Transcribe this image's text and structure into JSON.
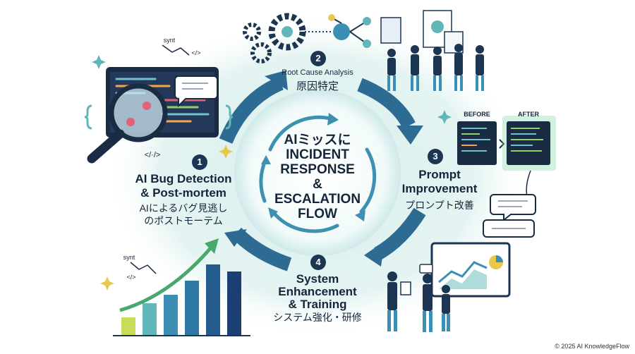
{
  "center": {
    "line1": "AIミッスに",
    "line2": "INCIDENT",
    "line3": "RESPONSE",
    "line4": "&",
    "line5": "ESCALATION",
    "line6": "FLOW"
  },
  "steps": [
    {
      "number": "1",
      "title_line1": "AI Bug Detection",
      "title_line2": "& Post-mortem",
      "jp_line1": "AIによるバグ見逃し",
      "jp_line2": "のポストモーテム"
    },
    {
      "number": "2",
      "title_line1": "Root Cause Analysis",
      "jp_line1": "原因特定"
    },
    {
      "number": "3",
      "title_line1": "Prompt",
      "title_line2": "Improvement",
      "jp_line1": "プロンプト改善"
    },
    {
      "number": "4",
      "title_line1": "System",
      "title_line2": "Enhancement",
      "title_line3": "& Training",
      "jp_line1": "システム強化・研修"
    }
  ],
  "illustration_text": {
    "before": "BEFORE",
    "after": "AFTER",
    "synt_top": "synt",
    "synt_bottom": "synt",
    "code_tag_top": "</>",
    "code_tag_left": "</·/>",
    "code_tag_bottom": "</>"
  },
  "footer": {
    "copyright": "© 2025 AI KnowledgeFlow"
  },
  "colors": {
    "arrow": "#2d6b93",
    "ring": "#3f8fb0",
    "glow": "#d3ecec",
    "badge": "#1b3552",
    "bars": [
      "#c9dc5a",
      "#5fb7b9",
      "#3c8fb4",
      "#245c8f",
      "#1b3f73"
    ]
  }
}
